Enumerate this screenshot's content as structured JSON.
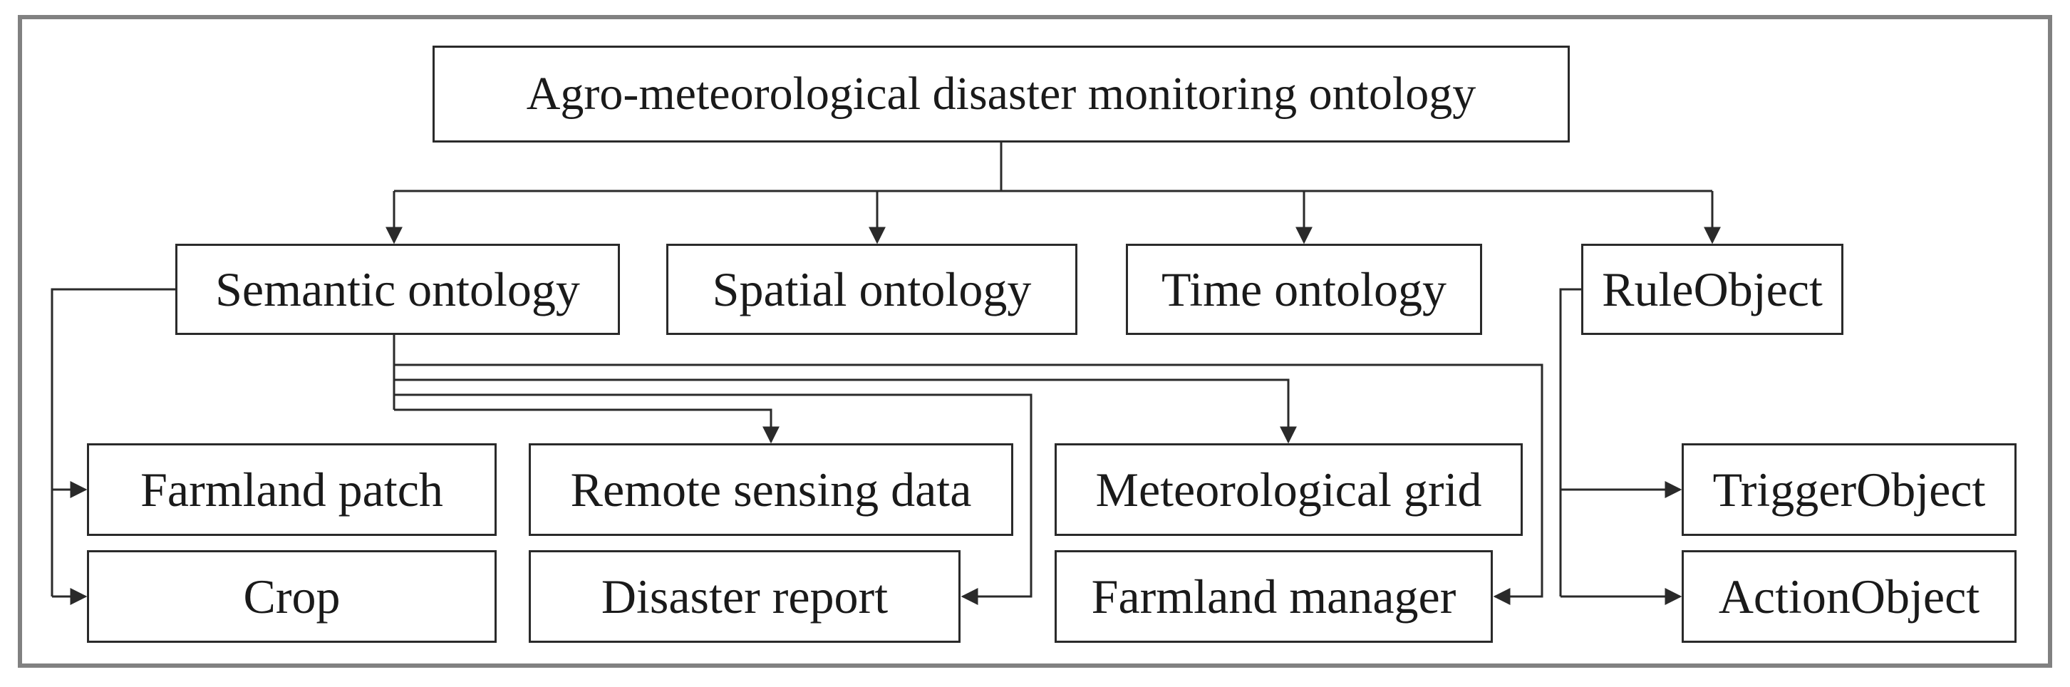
{
  "nodes": {
    "root": {
      "label": "Agro-meteorological disaster monitoring ontology"
    },
    "semantic": {
      "label": "Semantic ontology"
    },
    "spatial": {
      "label": "Spatial ontology"
    },
    "time": {
      "label": "Time ontology"
    },
    "rule": {
      "label": "RuleObject"
    },
    "farmland_patch": {
      "label": "Farmland patch"
    },
    "remote_sensing": {
      "label": "Remote sensing data"
    },
    "met_grid": {
      "label": "Meteorological grid"
    },
    "trigger": {
      "label": "TriggerObject"
    },
    "crop": {
      "label": "Crop"
    },
    "disaster_report": {
      "label": "Disaster report"
    },
    "farmland_manager": {
      "label": "Farmland manager"
    },
    "action": {
      "label": "ActionObject"
    }
  },
  "edges": [
    {
      "from": "root",
      "to": "semantic"
    },
    {
      "from": "root",
      "to": "spatial"
    },
    {
      "from": "root",
      "to": "time"
    },
    {
      "from": "root",
      "to": "rule"
    },
    {
      "from": "semantic",
      "to": "farmland_patch"
    },
    {
      "from": "semantic",
      "to": "crop"
    },
    {
      "from": "semantic",
      "to": "remote_sensing"
    },
    {
      "from": "semantic",
      "to": "disaster_report"
    },
    {
      "from": "semantic",
      "to": "met_grid"
    },
    {
      "from": "semantic",
      "to": "farmland_manager"
    },
    {
      "from": "rule",
      "to": "trigger"
    },
    {
      "from": "rule",
      "to": "action"
    }
  ],
  "colors": {
    "line": "#2a2a2a",
    "box_border": "#2a2a2a",
    "text": "#1a1a1a",
    "frame": "#818181",
    "background": "#ffffff"
  }
}
